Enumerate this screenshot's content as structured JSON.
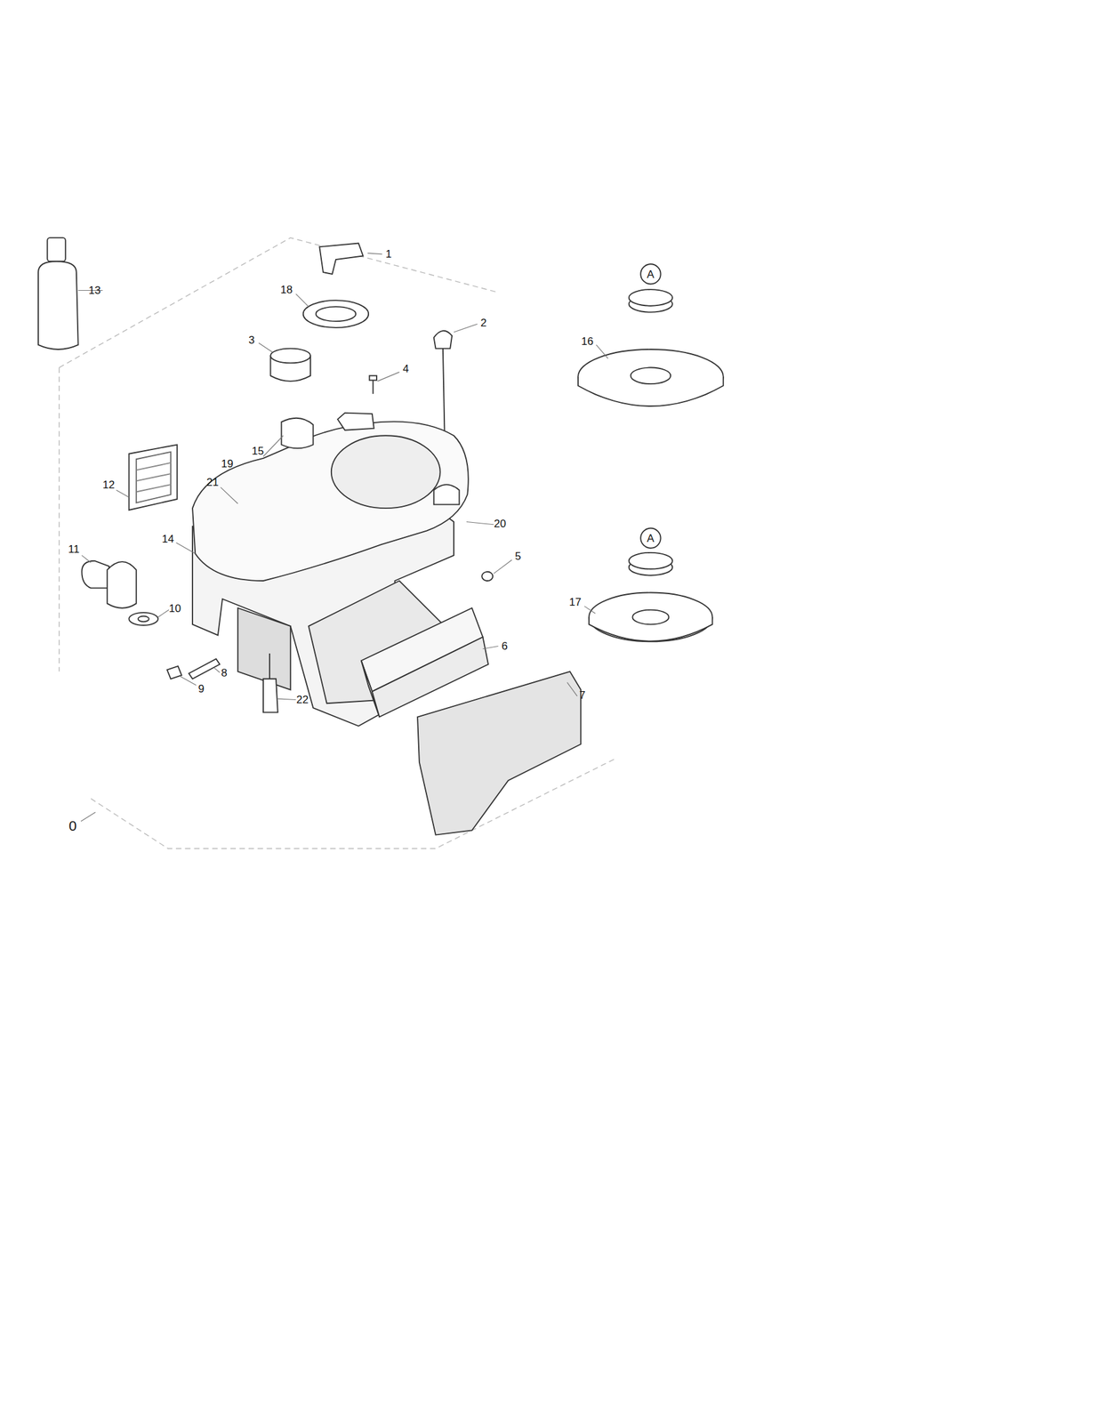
{
  "diagram": {
    "labels": [
      "A",
      "1",
      "13",
      "18",
      "3",
      "2",
      "16",
      "4",
      "15",
      "19",
      "12",
      "21",
      "20",
      "14",
      "11",
      "5",
      "A",
      "17",
      "10",
      "6",
      "8",
      "9",
      "7",
      "22",
      "0"
    ]
  }
}
